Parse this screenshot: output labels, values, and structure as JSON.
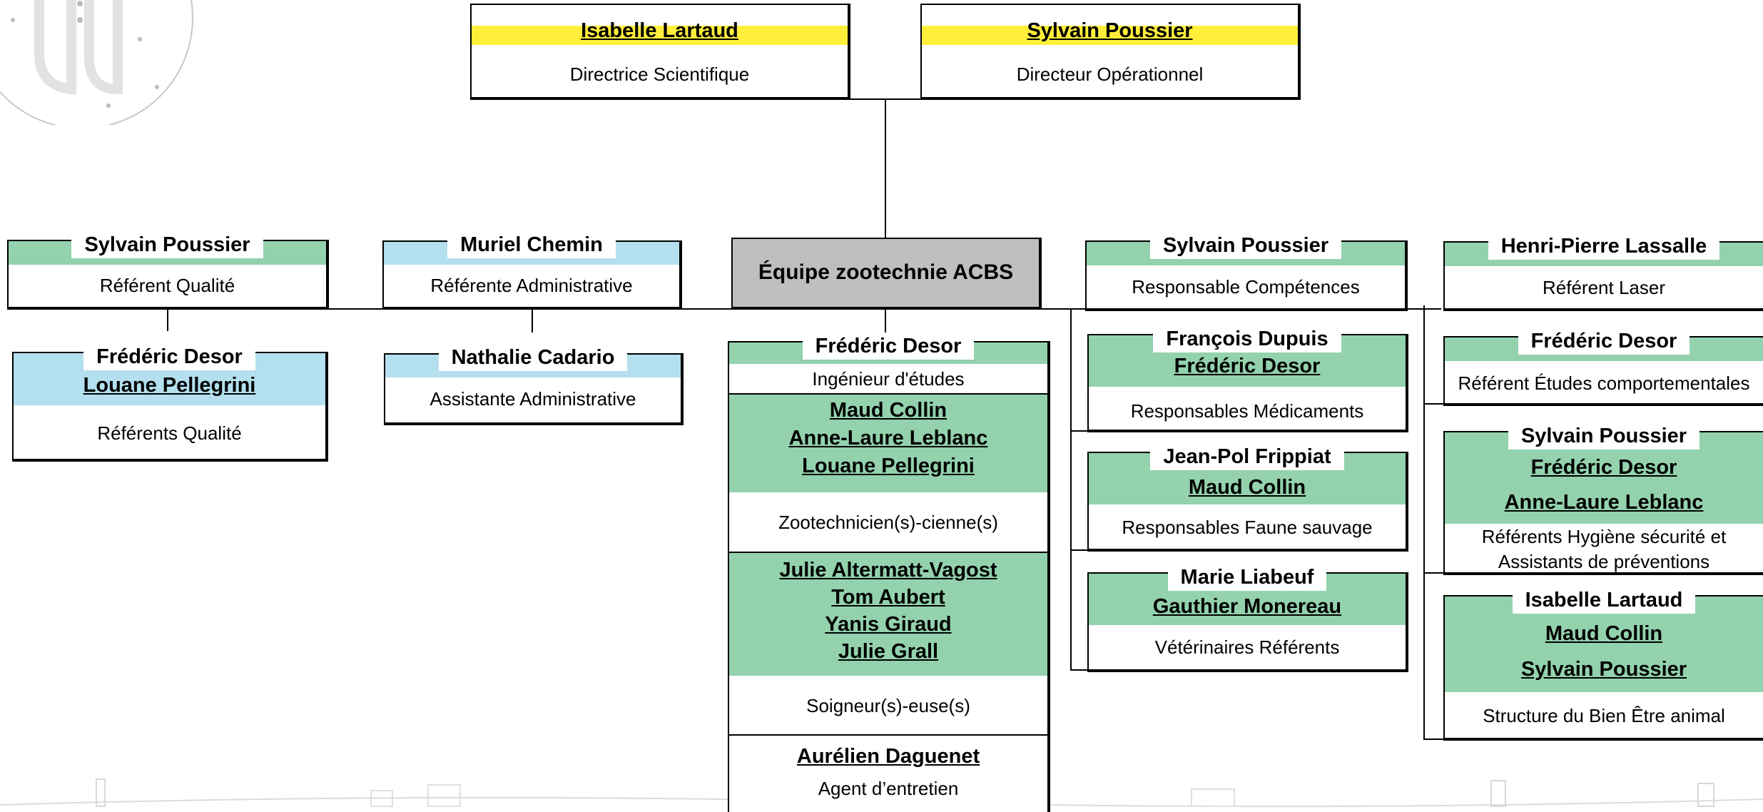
{
  "top": {
    "left": {
      "name": "Isabelle Lartaud",
      "role": "Directrice Scientifique"
    },
    "right": {
      "name": "Sylvain Poussier",
      "role": "Directeur Opérationnel"
    }
  },
  "center": {
    "title": "Équipe zootechnie ACBS"
  },
  "left_branch": {
    "quality": {
      "name": "Sylvain Poussier",
      "role": "Référent Qualité"
    },
    "quality_team": {
      "names": [
        "Frédéric Desor",
        "Louane Pellegrini"
      ],
      "role": "Référents Qualité"
    },
    "admin": {
      "name": "Muriel Chemin",
      "role": "Référente Administrative"
    },
    "admin_assistant": {
      "name": "Nathalie Cadario",
      "role": "Assistante Administrative"
    }
  },
  "center_stack": {
    "engineer": {
      "name": "Frédéric Desor",
      "role": "Ingénieur d'études"
    },
    "technicians": {
      "names": [
        "Maud Collin",
        "Anne-Laure Leblanc",
        "Louane Pellegrini"
      ],
      "role": "Zootechnicien(s)-cienne(s)"
    },
    "caretakers": {
      "names": [
        "Julie Altermatt-Vagost",
        "Tom Aubert",
        "Yanis Giraud",
        "Julie Grall"
      ],
      "role": "Soigneur(s)-euse(s)"
    },
    "maintenance": {
      "name": "Aurélien Daguenet",
      "role": "Agent d’entretien"
    }
  },
  "right_branch": {
    "competences": {
      "name": "Sylvain Poussier",
      "role": "Responsable Compétences"
    },
    "medications": {
      "names": [
        "François Dupuis",
        "Frédéric Desor"
      ],
      "role": "Responsables Médicaments"
    },
    "wildlife": {
      "names": [
        "Jean-Pol Frippiat",
        "Maud Collin"
      ],
      "role": "Responsables Faune sauvage"
    },
    "vets": {
      "names": [
        "Marie Liabeuf",
        "Gauthier Monereau"
      ],
      "role": "Vétérinaires Référents"
    }
  },
  "far_right_branch": {
    "laser": {
      "name": "Henri-Pierre Lassalle",
      "role": "Référent Laser"
    },
    "behavior": {
      "name": "Frédéric Desor",
      "role": "Référent Études comportementales"
    },
    "safety": {
      "names": [
        "Sylvain Poussier",
        "Frédéric Desor",
        "Anne-Laure Leblanc"
      ],
      "role_lines": [
        "Référents Hygiène sécurité et",
        "Assistants de préventions"
      ]
    },
    "welfare": {
      "names": [
        "Isabelle Lartaud",
        "Maud Collin",
        "Sylvain Poussier"
      ],
      "role": "Structure du Bien Être animal"
    }
  },
  "colors": {
    "green": "#93d2ad",
    "blue": "#b3dfee",
    "yellow": "#ffef3a",
    "gray": "#bfbfbf"
  }
}
